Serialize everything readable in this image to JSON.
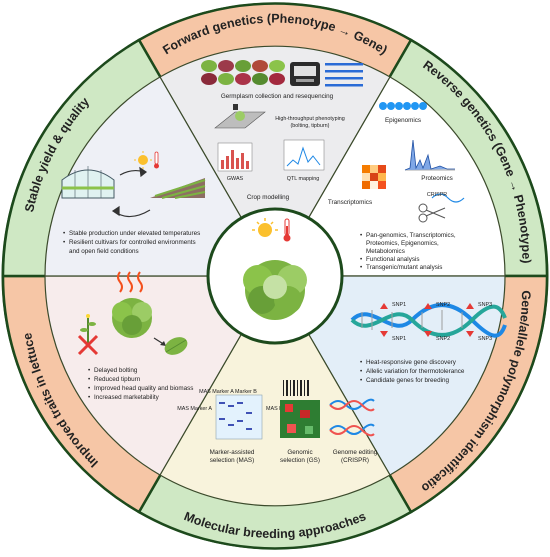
{
  "ring_labels": {
    "forward": "Forward genetics (Phenotype → Gene)",
    "reverse": "Reverse genetics (Gene → Phenotype)",
    "snp": "Gene/allele polymorphism identification",
    "breeding": "Molecular breeding approaches",
    "improved": "Improved traits in lettuce",
    "stable": "Stable yield & quality"
  },
  "forward": {
    "germplasm": "Germplasm collection and resequencing",
    "phenotyping_1": "High-throughput phenotyping",
    "phenotyping_2": "(bolting, tipburn)",
    "gwas": "GWAS",
    "qtl": "QTL mapping",
    "crop_modelling": "Crop modelling"
  },
  "reverse": {
    "epigenomics": "Epigenomics",
    "proteomics": "Proteomics",
    "transcriptomics": "Transcriptomics",
    "crispr": "CRISPR",
    "bullets": [
      "Pan-genomics, Transcriptomics,",
      "Proteomics, Epigenomics,",
      "Metabolomics",
      "Functional analysis",
      "Transgenic/mutant analysis"
    ]
  },
  "snp": {
    "labels": [
      "SNP1",
      "SNP2",
      "SNP3"
    ],
    "bullets": [
      "Heat-responsive gene discovery",
      "Allelic variation for thermotolerance",
      "Candidate genes for breeding"
    ]
  },
  "breeding": {
    "mas_label_1": "Marker-assisted",
    "mas_label_2": "selection (MAS)",
    "gs_label_1": "Genomic",
    "gs_label_2": "selection (GS)",
    "ge_label_1": "Genome editing",
    "ge_label_2": "(CRISPR)",
    "marker_a": "MAS Marker A",
    "marker_b": "MAS Marker B",
    "marker_ab": "MAS Marker A Marker B"
  },
  "improved": {
    "bullets": [
      "Delayed bolting",
      "Reduced tipburn",
      "Improved head quality and biomass",
      "Increased marketability"
    ]
  },
  "stable": {
    "bullets": [
      "Stable production under elevated temperatures",
      "Resilient cultivars for controlled environments",
      "and open field conditions"
    ]
  },
  "colors": {
    "forward_band": "#f6c6a6",
    "reverse_band": "#cfe8c4",
    "snp_band": "#f6c6a6",
    "breeding_band": "#cfe8c4",
    "improved_band": "#f6c6a6",
    "stable_band": "#cfe8c4",
    "stable_sector": "#eef0f6",
    "forward_sector": "#ececee",
    "reverse_sector": "#ffffff",
    "snp_sector": "#e3eef8",
    "breeding_sector": "#f8f3dc",
    "improved_sector": "#f7ecec"
  }
}
